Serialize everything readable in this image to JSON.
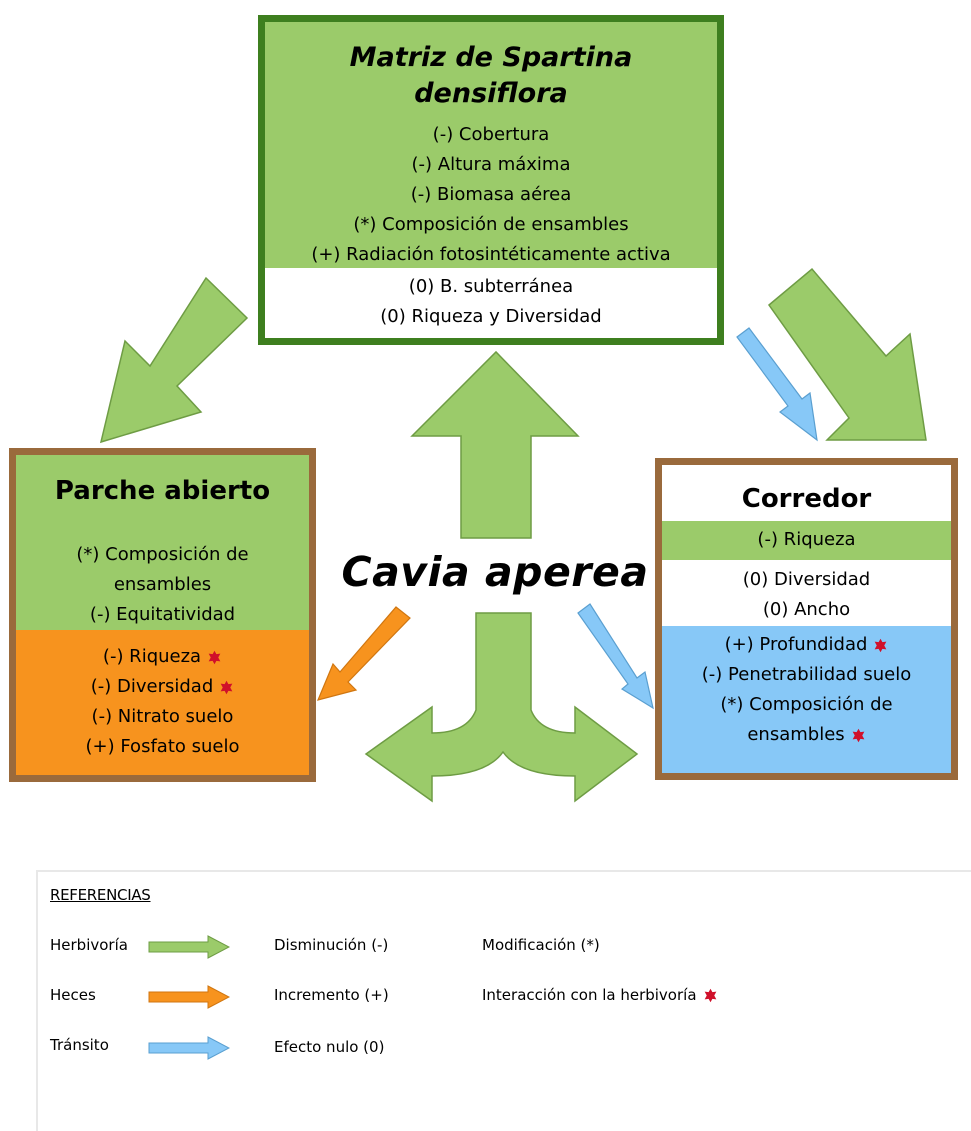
{
  "colors": {
    "green_fill": "#9bcb6a",
    "dark_green_border": "#3e7f1f",
    "brown_border": "#9a6a3c",
    "orange": "#f7931e",
    "blue": "#87c8f7",
    "red_star": "#d0102a"
  },
  "matrix": {
    "title": [
      "Matriz de Spartina",
      "densiflora"
    ],
    "effects": [
      "(-) Cobertura",
      "(-) Altura máxima",
      "(-) Biomasa aérea",
      "(*) Composición de ensambles",
      "(+) Radiación fotosintéticamente activa"
    ],
    "null_effects": [
      "(0) B. subterránea",
      "(0) Riqueza y Diversidad"
    ]
  },
  "open_patch": {
    "title": "Parche abierto",
    "green_lines": [
      "(*) Composición de",
      "ensambles",
      "(-) Equitatividad"
    ],
    "orange_lines": [
      {
        "text": "(-) Riqueza",
        "star": true
      },
      {
        "text": "(-) Diversidad",
        "star": true
      },
      {
        "text": "(-) Nitrato suelo",
        "star": false
      },
      {
        "text": "(+) Fosfato suelo",
        "star": false
      }
    ]
  },
  "corridor": {
    "title": "Corredor",
    "green_line": "(-) Riqueza",
    "white_lines": [
      "(0) Diversidad",
      "(0) Ancho"
    ],
    "blue_lines": [
      {
        "text": "(+) Profundidad",
        "star": true
      },
      {
        "text": "(-) Penetrabilidad suelo",
        "star": false
      },
      {
        "text": "(*) Composición de",
        "star": false
      },
      {
        "text": "ensambles",
        "star": true
      }
    ]
  },
  "center_label": "Cavia aperea",
  "legend": {
    "header": "REFERENCIAS",
    "arrow_labels": [
      "Herbivoría",
      "Heces",
      "Tránsito"
    ],
    "effect_labels": [
      "Disminución (-)",
      "Incremento (+)",
      "Efecto nulo (0)"
    ],
    "modification": "Modificación (*)",
    "interaction": "Interacción con la herbivoría"
  }
}
